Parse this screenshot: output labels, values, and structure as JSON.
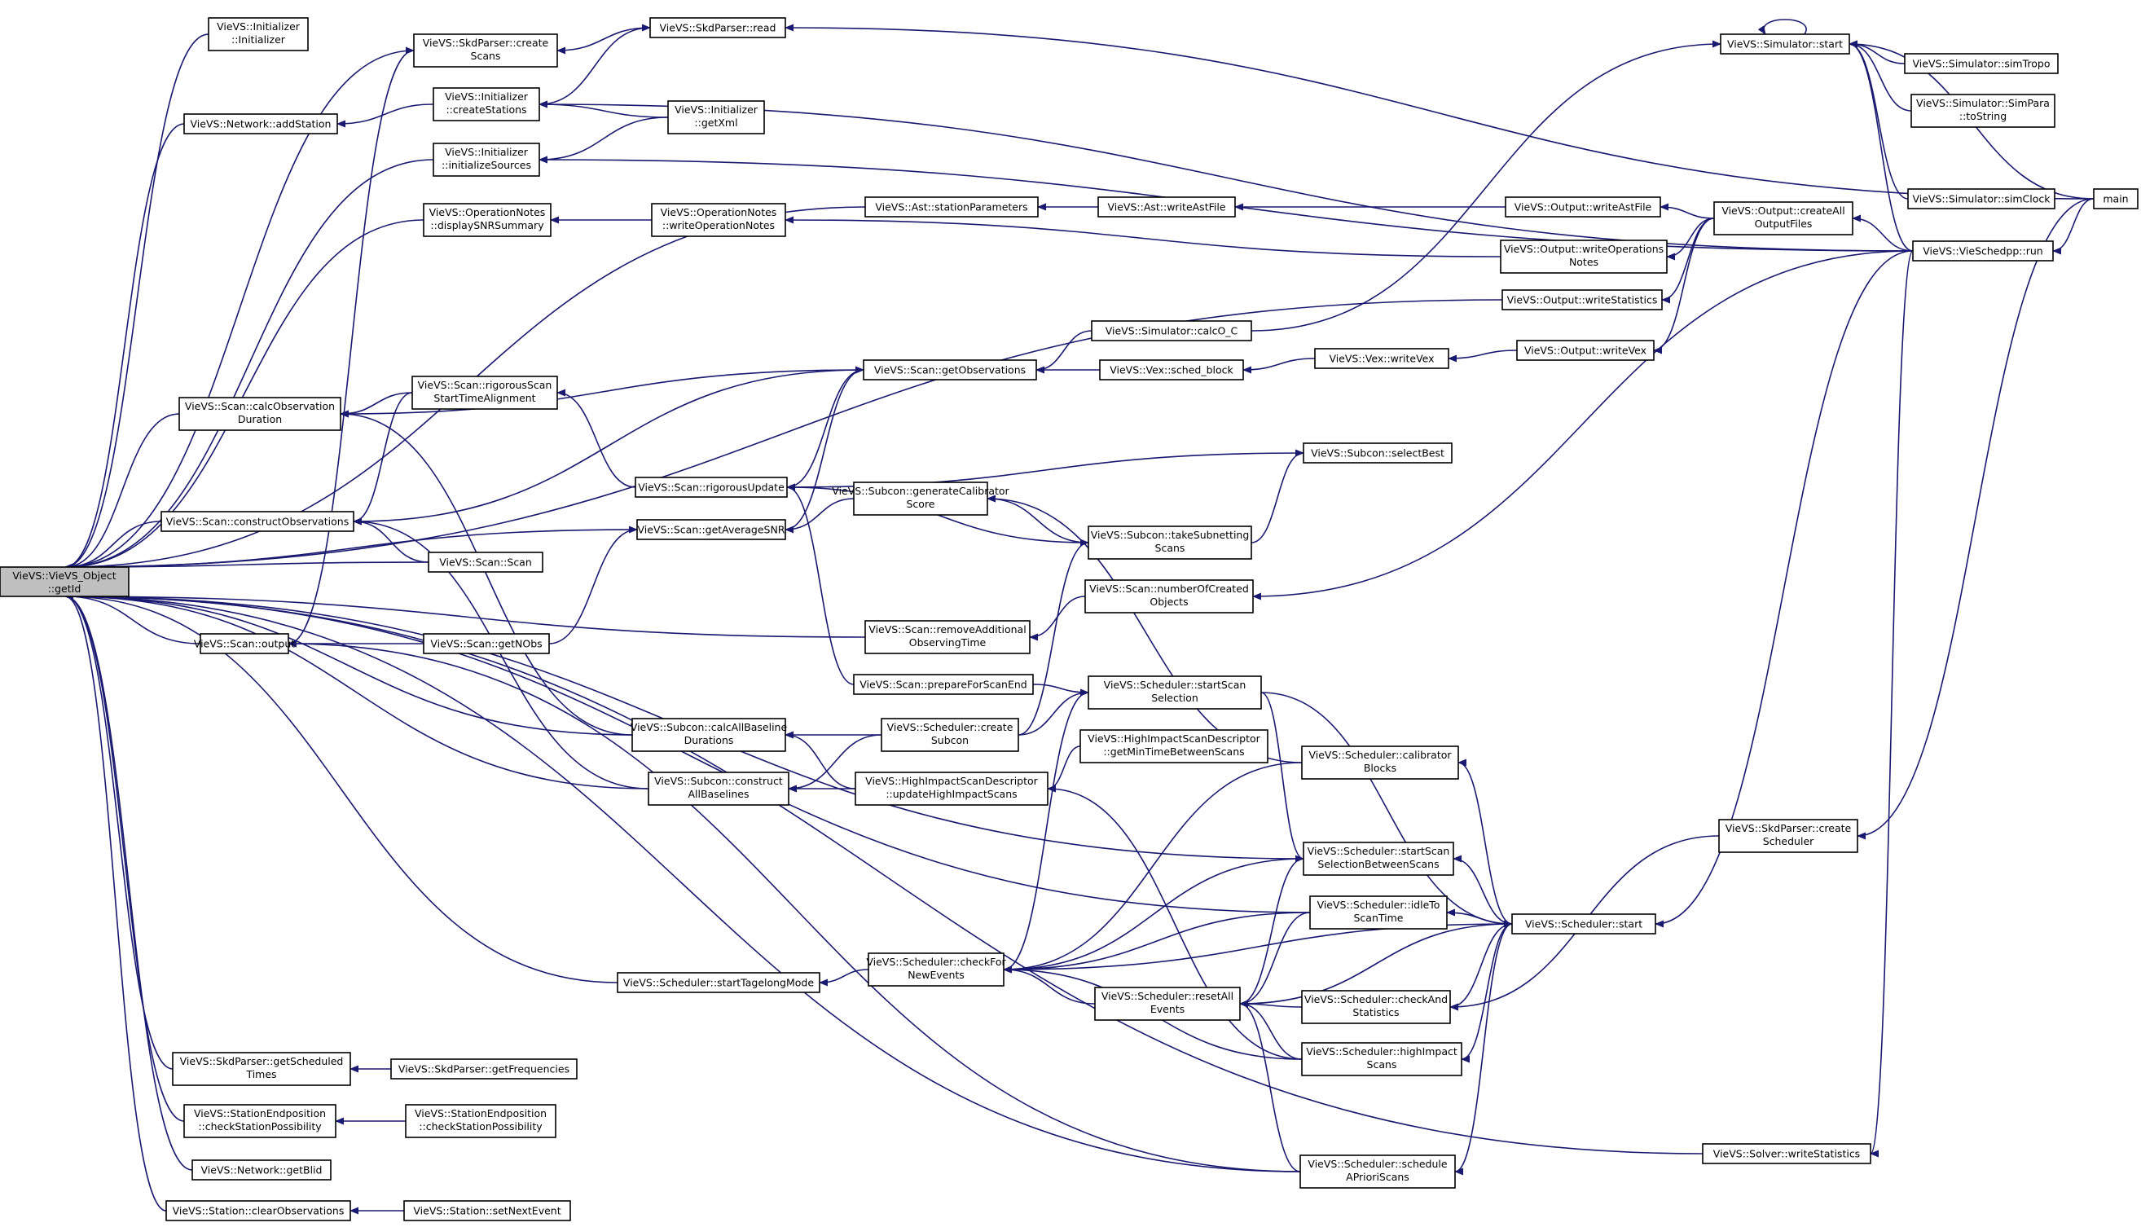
{
  "graph": {
    "edge_color": "#191970",
    "node_fill": "#ffffff",
    "root_fill": "#bfbfbf",
    "arrow_direction": "caller-to-callee",
    "nodes": [
      {
        "id": "root",
        "label": [
          "VieVS::VieVS_Object",
          "::getId"
        ],
        "root": true
      },
      {
        "id": "init",
        "label": [
          "VieVS::Initializer",
          "::Initializer"
        ]
      },
      {
        "id": "skd_createScans",
        "label": [
          "VieVS::SkdParser::create",
          "Scans"
        ]
      },
      {
        "id": "skd_read",
        "label": [
          "VieVS::SkdParser::read"
        ]
      },
      {
        "id": "net_addStation",
        "label": [
          "VieVS::Network::addStation"
        ]
      },
      {
        "id": "init_createStations",
        "label": [
          "VieVS::Initializer",
          "::createStations"
        ]
      },
      {
        "id": "init_getXml",
        "label": [
          "VieVS::Initializer",
          "::getXml"
        ]
      },
      {
        "id": "init_initSources",
        "label": [
          "VieVS::Initializer",
          "::initializeSources"
        ]
      },
      {
        "id": "ast_stationParams",
        "label": [
          "VieVS::Ast::stationParameters"
        ]
      },
      {
        "id": "ast_writeAst",
        "label": [
          "VieVS::Ast::writeAstFile"
        ]
      },
      {
        "id": "out_writeAst",
        "label": [
          "VieVS::Output::writeAstFile"
        ]
      },
      {
        "id": "opn_display",
        "label": [
          "VieVS::OperationNotes",
          "::displaySNRSummary"
        ]
      },
      {
        "id": "opn_write",
        "label": [
          "VieVS::OperationNotes",
          "::writeOperationNotes"
        ]
      },
      {
        "id": "out_writeOpNotes",
        "label": [
          "VieVS::Output::writeOperations",
          "Notes"
        ]
      },
      {
        "id": "out_createAll",
        "label": [
          "VieVS::Output::createAll",
          "OutputFiles"
        ]
      },
      {
        "id": "out_writeStats",
        "label": [
          "VieVS::Output::writeStatistics"
        ]
      },
      {
        "id": "sim_start",
        "label": [
          "VieVS::Simulator::start"
        ]
      },
      {
        "id": "sim_simTropo",
        "label": [
          "VieVS::Simulator::simTropo"
        ]
      },
      {
        "id": "sim_simPara",
        "label": [
          "VieVS::Simulator::SimPara",
          "::toString"
        ]
      },
      {
        "id": "sim_simClock",
        "label": [
          "VieVS::Simulator::simClock"
        ]
      },
      {
        "id": "vsp_run",
        "label": [
          "VieVS::VieSchedpp::run"
        ]
      },
      {
        "id": "main",
        "label": [
          "main"
        ]
      },
      {
        "id": "sim_calcOC",
        "label": [
          "VieVS::Simulator::calcO_C"
        ]
      },
      {
        "id": "scan_getObs",
        "label": [
          "VieVS::Scan::getObservations"
        ]
      },
      {
        "id": "vex_sched",
        "label": [
          "VieVS::Vex::sched_block"
        ]
      },
      {
        "id": "vex_write",
        "label": [
          "VieVS::Vex::writeVex"
        ]
      },
      {
        "id": "out_writeVex",
        "label": [
          "VieVS::Output::writeVex"
        ]
      },
      {
        "id": "scan_calcObsDur",
        "label": [
          "VieVS::Scan::calcObservation",
          "Duration"
        ]
      },
      {
        "id": "scan_rigAlign",
        "label": [
          "VieVS::Scan::rigorousScan",
          "StartTimeAlignment"
        ]
      },
      {
        "id": "scan_rigUpdate",
        "label": [
          "VieVS::Scan::rigorousUpdate"
        ]
      },
      {
        "id": "scan_getAvgSNR",
        "label": [
          "VieVS::Scan::getAverageSNR"
        ]
      },
      {
        "id": "sub_selectBest",
        "label": [
          "VieVS::Subcon::selectBest"
        ]
      },
      {
        "id": "sub_genCalib",
        "label": [
          "VieVS::Subcon::generateCalibrator",
          "Score"
        ]
      },
      {
        "id": "scan_constructObs",
        "label": [
          "VieVS::Scan::constructObservations"
        ]
      },
      {
        "id": "sub_takeSub",
        "label": [
          "VieVS::Subcon::takeSubnetting",
          "Scans"
        ]
      },
      {
        "id": "scan_scan",
        "label": [
          "VieVS::Scan::Scan"
        ]
      },
      {
        "id": "scan_numCreated",
        "label": [
          "VieVS::Scan::numberOfCreated",
          "Objects"
        ]
      },
      {
        "id": "scan_removeAdd",
        "label": [
          "VieVS::Scan::removeAdditional",
          "ObservingTime"
        ]
      },
      {
        "id": "scan_output",
        "label": [
          "VieVS::Scan::output"
        ]
      },
      {
        "id": "scan_getNObs",
        "label": [
          "VieVS::Scan::getNObs"
        ]
      },
      {
        "id": "scan_prepare",
        "label": [
          "VieVS::Scan::prepareForScanEnd"
        ]
      },
      {
        "id": "sch_startScanSel",
        "label": [
          "VieVS::Scheduler::startScan",
          "Selection"
        ]
      },
      {
        "id": "sub_calcAllBL",
        "label": [
          "VieVS::Subcon::calcAllBaseline",
          "Durations"
        ]
      },
      {
        "id": "sch_createSub",
        "label": [
          "VieVS::Scheduler::create",
          "Subcon"
        ]
      },
      {
        "id": "hisd_getMin",
        "label": [
          "VieVS::HighImpactScanDescriptor",
          "::getMinTimeBetweenScans"
        ]
      },
      {
        "id": "sch_calibBlocks",
        "label": [
          "VieVS::Scheduler::calibrator",
          "Blocks"
        ]
      },
      {
        "id": "sub_constructAll",
        "label": [
          "VieVS::Subcon::construct",
          "AllBaselines"
        ]
      },
      {
        "id": "hisd_update",
        "label": [
          "VieVS::HighImpactScanDescriptor",
          "::updateHighImpactScans"
        ]
      },
      {
        "id": "skd_createSched",
        "label": [
          "VieVS::SkdParser::create",
          "Scheduler"
        ]
      },
      {
        "id": "sch_startBetween",
        "label": [
          "VieVS::Scheduler::startScan",
          "SelectionBetweenScans"
        ]
      },
      {
        "id": "sch_idle",
        "label": [
          "VieVS::Scheduler::idleTo",
          "ScanTime"
        ]
      },
      {
        "id": "sch_start",
        "label": [
          "VieVS::Scheduler::start"
        ]
      },
      {
        "id": "sch_checkFor",
        "label": [
          "VieVS::Scheduler::checkFor",
          "NewEvents"
        ]
      },
      {
        "id": "sch_tagalong",
        "label": [
          "VieVS::Scheduler::startTagelongMode"
        ]
      },
      {
        "id": "sch_resetAll",
        "label": [
          "VieVS::Scheduler::resetAll",
          "Events"
        ]
      },
      {
        "id": "sch_checkAnd",
        "label": [
          "VieVS::Scheduler::checkAnd",
          "Statistics"
        ]
      },
      {
        "id": "skd_getSchedTimes",
        "label": [
          "VieVS::SkdParser::getScheduled",
          "Times"
        ]
      },
      {
        "id": "skd_getFreq",
        "label": [
          "VieVS::SkdParser::getFrequencies"
        ]
      },
      {
        "id": "sch_highImpact",
        "label": [
          "VieVS::Scheduler::highImpact",
          "Scans"
        ]
      },
      {
        "id": "sep_check1",
        "label": [
          "VieVS::StationEndposition",
          "::checkStationPossibility"
        ]
      },
      {
        "id": "sep_check2",
        "label": [
          "VieVS::StationEndposition",
          "::checkStationPossibility"
        ]
      },
      {
        "id": "net_getBlid",
        "label": [
          "VieVS::Network::getBlid"
        ]
      },
      {
        "id": "sch_schedApriori",
        "label": [
          "VieVS::Scheduler::schedule",
          "APrioriScans"
        ]
      },
      {
        "id": "solver_writeStats",
        "label": [
          "VieVS::Solver::writeStatistics"
        ]
      },
      {
        "id": "sta_clearObs",
        "label": [
          "VieVS::Station::clearObservations"
        ]
      },
      {
        "id": "sta_setNext",
        "label": [
          "VieVS::Station::setNextEvent"
        ]
      }
    ],
    "edges": [
      [
        "init",
        "root"
      ],
      [
        "skd_createScans",
        "root"
      ],
      [
        "net_addStation",
        "root"
      ],
      [
        "init_initSources",
        "root"
      ],
      [
        "ast_stationParams",
        "root"
      ],
      [
        "opn_display",
        "root"
      ],
      [
        "out_writeStats",
        "root"
      ],
      [
        "scan_calcObsDur",
        "root"
      ],
      [
        "scan_constructObs",
        "root"
      ],
      [
        "scan_scan",
        "root"
      ],
      [
        "scan_getAvgSNR",
        "root"
      ],
      [
        "scan_output",
        "root"
      ],
      [
        "scan_removeAdd",
        "root"
      ],
      [
        "sub_calcAllBL",
        "root"
      ],
      [
        "sub_constructAll",
        "root"
      ],
      [
        "sch_startBetween",
        "root"
      ],
      [
        "sch_idle",
        "root"
      ],
      [
        "sch_tagalong",
        "root"
      ],
      [
        "skd_getSchedTimes",
        "root"
      ],
      [
        "sep_check1",
        "root"
      ],
      [
        "net_getBlid",
        "root"
      ],
      [
        "sta_clearObs",
        "root"
      ],
      [
        "sch_schedApriori",
        "root"
      ],
      [
        "solver_writeStats",
        "root"
      ],
      [
        "skd_read",
        "skd_createScans"
      ],
      [
        "main",
        "skd_read"
      ],
      [
        "init_createStations",
        "net_addStation"
      ],
      [
        "init_createStations",
        "skd_read"
      ],
      [
        "init_getXml",
        "init_createStations"
      ],
      [
        "vsp_run",
        "init_createStations"
      ],
      [
        "init_getXml",
        "init_initSources"
      ],
      [
        "vsp_run",
        "init_initSources"
      ],
      [
        "ast_writeAst",
        "ast_stationParams"
      ],
      [
        "out_writeAst",
        "ast_writeAst"
      ],
      [
        "out_createAll",
        "out_writeAst"
      ],
      [
        "opn_write",
        "opn_display"
      ],
      [
        "out_writeOpNotes",
        "opn_write"
      ],
      [
        "out_createAll",
        "out_writeOpNotes"
      ],
      [
        "out_createAll",
        "out_writeStats"
      ],
      [
        "vsp_run",
        "out_createAll"
      ],
      [
        "sim_start",
        "sim_start"
      ],
      [
        "sim_simTropo",
        "sim_start"
      ],
      [
        "sim_simPara",
        "sim_start"
      ],
      [
        "sim_simClock",
        "sim_start"
      ],
      [
        "vsp_run",
        "sim_start"
      ],
      [
        "main",
        "sim_start"
      ],
      [
        "main",
        "vsp_run"
      ],
      [
        "sim_calcOC",
        "sim_start"
      ],
      [
        "sim_calcOC",
        "scan_getObs"
      ],
      [
        "scan_getObs",
        "scan_calcObsDur"
      ],
      [
        "scan_getObs",
        "scan_constructObs"
      ],
      [
        "vex_sched",
        "scan_getObs"
      ],
      [
        "vex_write",
        "vex_sched"
      ],
      [
        "out_writeVex",
        "vex_write"
      ],
      [
        "out_createAll",
        "out_writeVex"
      ],
      [
        "scan_rigAlign",
        "scan_calcObsDur"
      ],
      [
        "scan_rigAlign",
        "scan_constructObs"
      ],
      [
        "scan_rigUpdate",
        "scan_rigAlign"
      ],
      [
        "scan_rigUpdate",
        "scan_getObs"
      ],
      [
        "sub_selectBest",
        "scan_rigUpdate"
      ],
      [
        "sub_takeSub",
        "scan_rigUpdate"
      ],
      [
        "sub_genCalib",
        "scan_getAvgSNR"
      ],
      [
        "sch_calibBlocks",
        "sub_genCalib"
      ],
      [
        "sub_takeSub",
        "sub_genCalib"
      ],
      [
        "sub_takeSub",
        "sub_selectBest"
      ],
      [
        "scan_getAvgSNR",
        "scan_getObs"
      ],
      [
        "scan_getNObs",
        "scan_getAvgSNR"
      ],
      [
        "scan_getNObs",
        "scan_output"
      ],
      [
        "scan_scan",
        "scan_constructObs"
      ],
      [
        "scan_output",
        "skd_createScans"
      ],
      [
        "sch_schedApriori",
        "scan_output"
      ],
      [
        "scan_numCreated",
        "scan_removeAdd"
      ],
      [
        "vsp_run",
        "scan_numCreated"
      ],
      [
        "scan_prepare",
        "scan_rigUpdate"
      ],
      [
        "scan_prepare",
        "sch_startScanSel"
      ],
      [
        "sch_startScanSel",
        "sch_checkFor"
      ],
      [
        "sch_startScanSel",
        "sch_startBetween"
      ],
      [
        "sch_startScanSel",
        "sch_start"
      ],
      [
        "sch_createSub",
        "sub_calcAllBL"
      ],
      [
        "sch_createSub",
        "sub_constructAll"
      ],
      [
        "sch_createSub",
        "sch_startScanSel"
      ],
      [
        "sch_createSub",
        "sub_takeSub"
      ],
      [
        "sub_constructAll",
        "scan_constructObs"
      ],
      [
        "sub_calcAllBL",
        "scan_calcObsDur"
      ],
      [
        "hisd_update",
        "sub_calcAllBL"
      ],
      [
        "hisd_update",
        "sub_constructAll"
      ],
      [
        "hisd_getMin",
        "hisd_update"
      ],
      [
        "sch_highImpact",
        "hisd_update"
      ],
      [
        "sch_calibBlocks",
        "sch_checkFor"
      ],
      [
        "sch_start",
        "sch_calibBlocks"
      ],
      [
        "sch_startBetween",
        "sch_checkFor"
      ],
      [
        "sch_startBetween",
        "sch_resetAll"
      ],
      [
        "sch_start",
        "sch_startBetween"
      ],
      [
        "sch_idle",
        "sch_checkFor"
      ],
      [
        "sch_idle",
        "sch_resetAll"
      ],
      [
        "sch_start",
        "sch_idle"
      ],
      [
        "sch_checkFor",
        "sch_tagalong"
      ],
      [
        "sch_resetAll",
        "sch_checkFor"
      ],
      [
        "sch_checkAnd",
        "sch_resetAll"
      ],
      [
        "sch_start",
        "sch_checkAnd"
      ],
      [
        "skd_createSched",
        "sch_checkAnd"
      ],
      [
        "sch_highImpact",
        "sch_resetAll"
      ],
      [
        "sch_start",
        "sch_highImpact"
      ],
      [
        "sch_schedApriori",
        "sch_resetAll"
      ],
      [
        "sch_start",
        "sch_schedApriori"
      ],
      [
        "sch_highImpact",
        "sch_checkFor"
      ],
      [
        "sch_start",
        "sch_checkFor"
      ],
      [
        "sch_start",
        "sch_resetAll"
      ],
      [
        "vsp_run",
        "sch_start"
      ],
      [
        "main",
        "skd_createSched"
      ],
      [
        "vsp_run",
        "solver_writeStats"
      ],
      [
        "skd_getFreq",
        "skd_getSchedTimes"
      ],
      [
        "sep_check2",
        "sep_check1"
      ],
      [
        "sta_setNext",
        "sta_clearObs"
      ]
    ]
  }
}
